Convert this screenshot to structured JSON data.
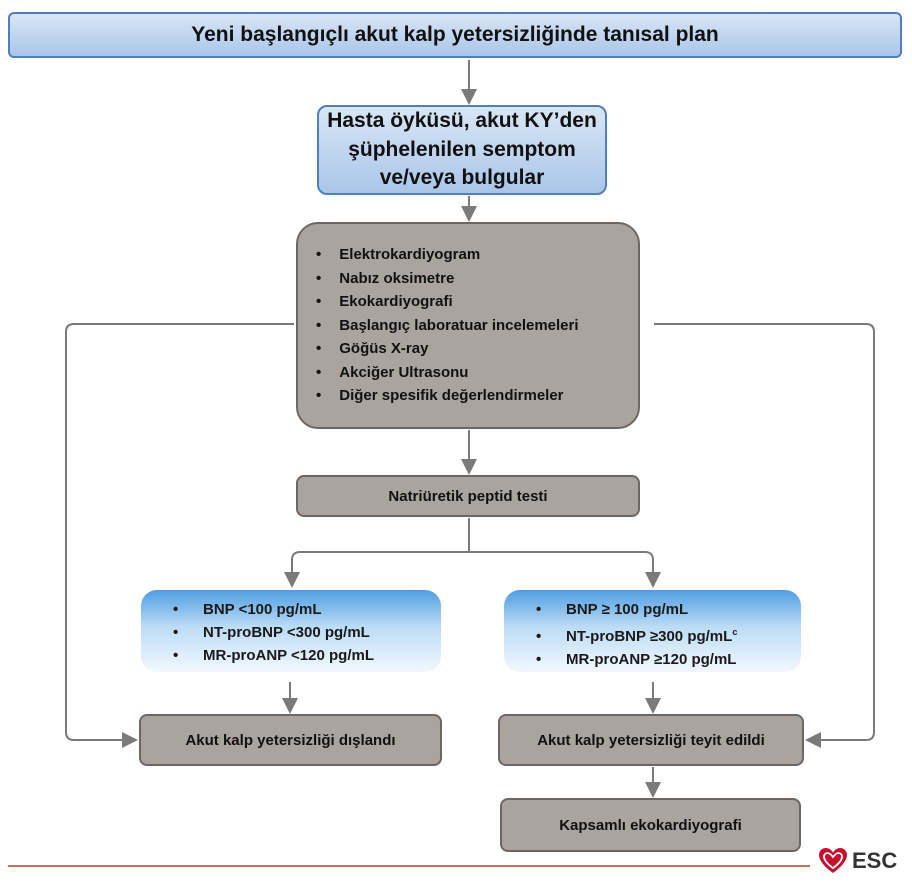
{
  "title": "Yeni başlangıçlı akut kalp yetersizliğinde tanısal plan",
  "history": {
    "line1": "Hasta öyküsü, akut KY’den",
    "line2": "şüphelenilen semptom",
    "line3": "ve/veya bulgular"
  },
  "tests": [
    "Elektrokardiyogram",
    "Nabız oksimetre",
    "Ekokardiyografi",
    "Başlangıç laboratuar incelemeleri",
    "Göğüs X-ray",
    "Akciğer Ultrasonu",
    "Diğer spesifik değerlendirmeler"
  ],
  "natriuretic_test": "Natriüretik peptid testi",
  "negative_criteria": [
    "BNP <100 pg/mL",
    "NT-proBNP <300 pg/mL",
    "MR-proANP <120 pg/mL"
  ],
  "positive_criteria": [
    "BNP ≥ 100 pg/mL",
    "NT-proBNP ≥300 pg/mL",
    "MR-proANP ≥120 pg/mL"
  ],
  "positive_footnote": "c",
  "excluded": "Akut kalp yetersizliği dışlandı",
  "confirmed": "Akut kalp yetersizliği teyit edildi",
  "comprehensive_echo": "Kapsamlı ekokardiyografi",
  "logo_text": "ESC",
  "colors": {
    "title_fill": "#bcd4ee",
    "box_gray": "#aaa4a0",
    "bullet_blue": "#4e9de0",
    "footer_line": "#c0392b",
    "logo_heart": "#c8102e"
  }
}
